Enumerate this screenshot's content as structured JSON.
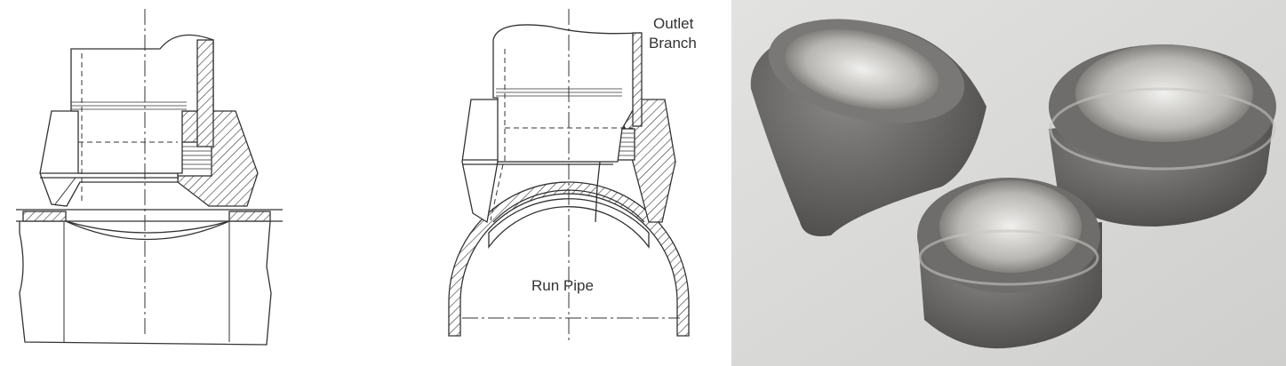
{
  "figure": {
    "left_diagram": {},
    "middle_diagram": {
      "outlet_label_line1": "Outlet",
      "outlet_label_line2": "Branch",
      "run_pipe_label": "Run Pipe"
    },
    "photo": {
      "background_color": "#d9d9d7",
      "metal_color": "#6e6c6a"
    }
  }
}
